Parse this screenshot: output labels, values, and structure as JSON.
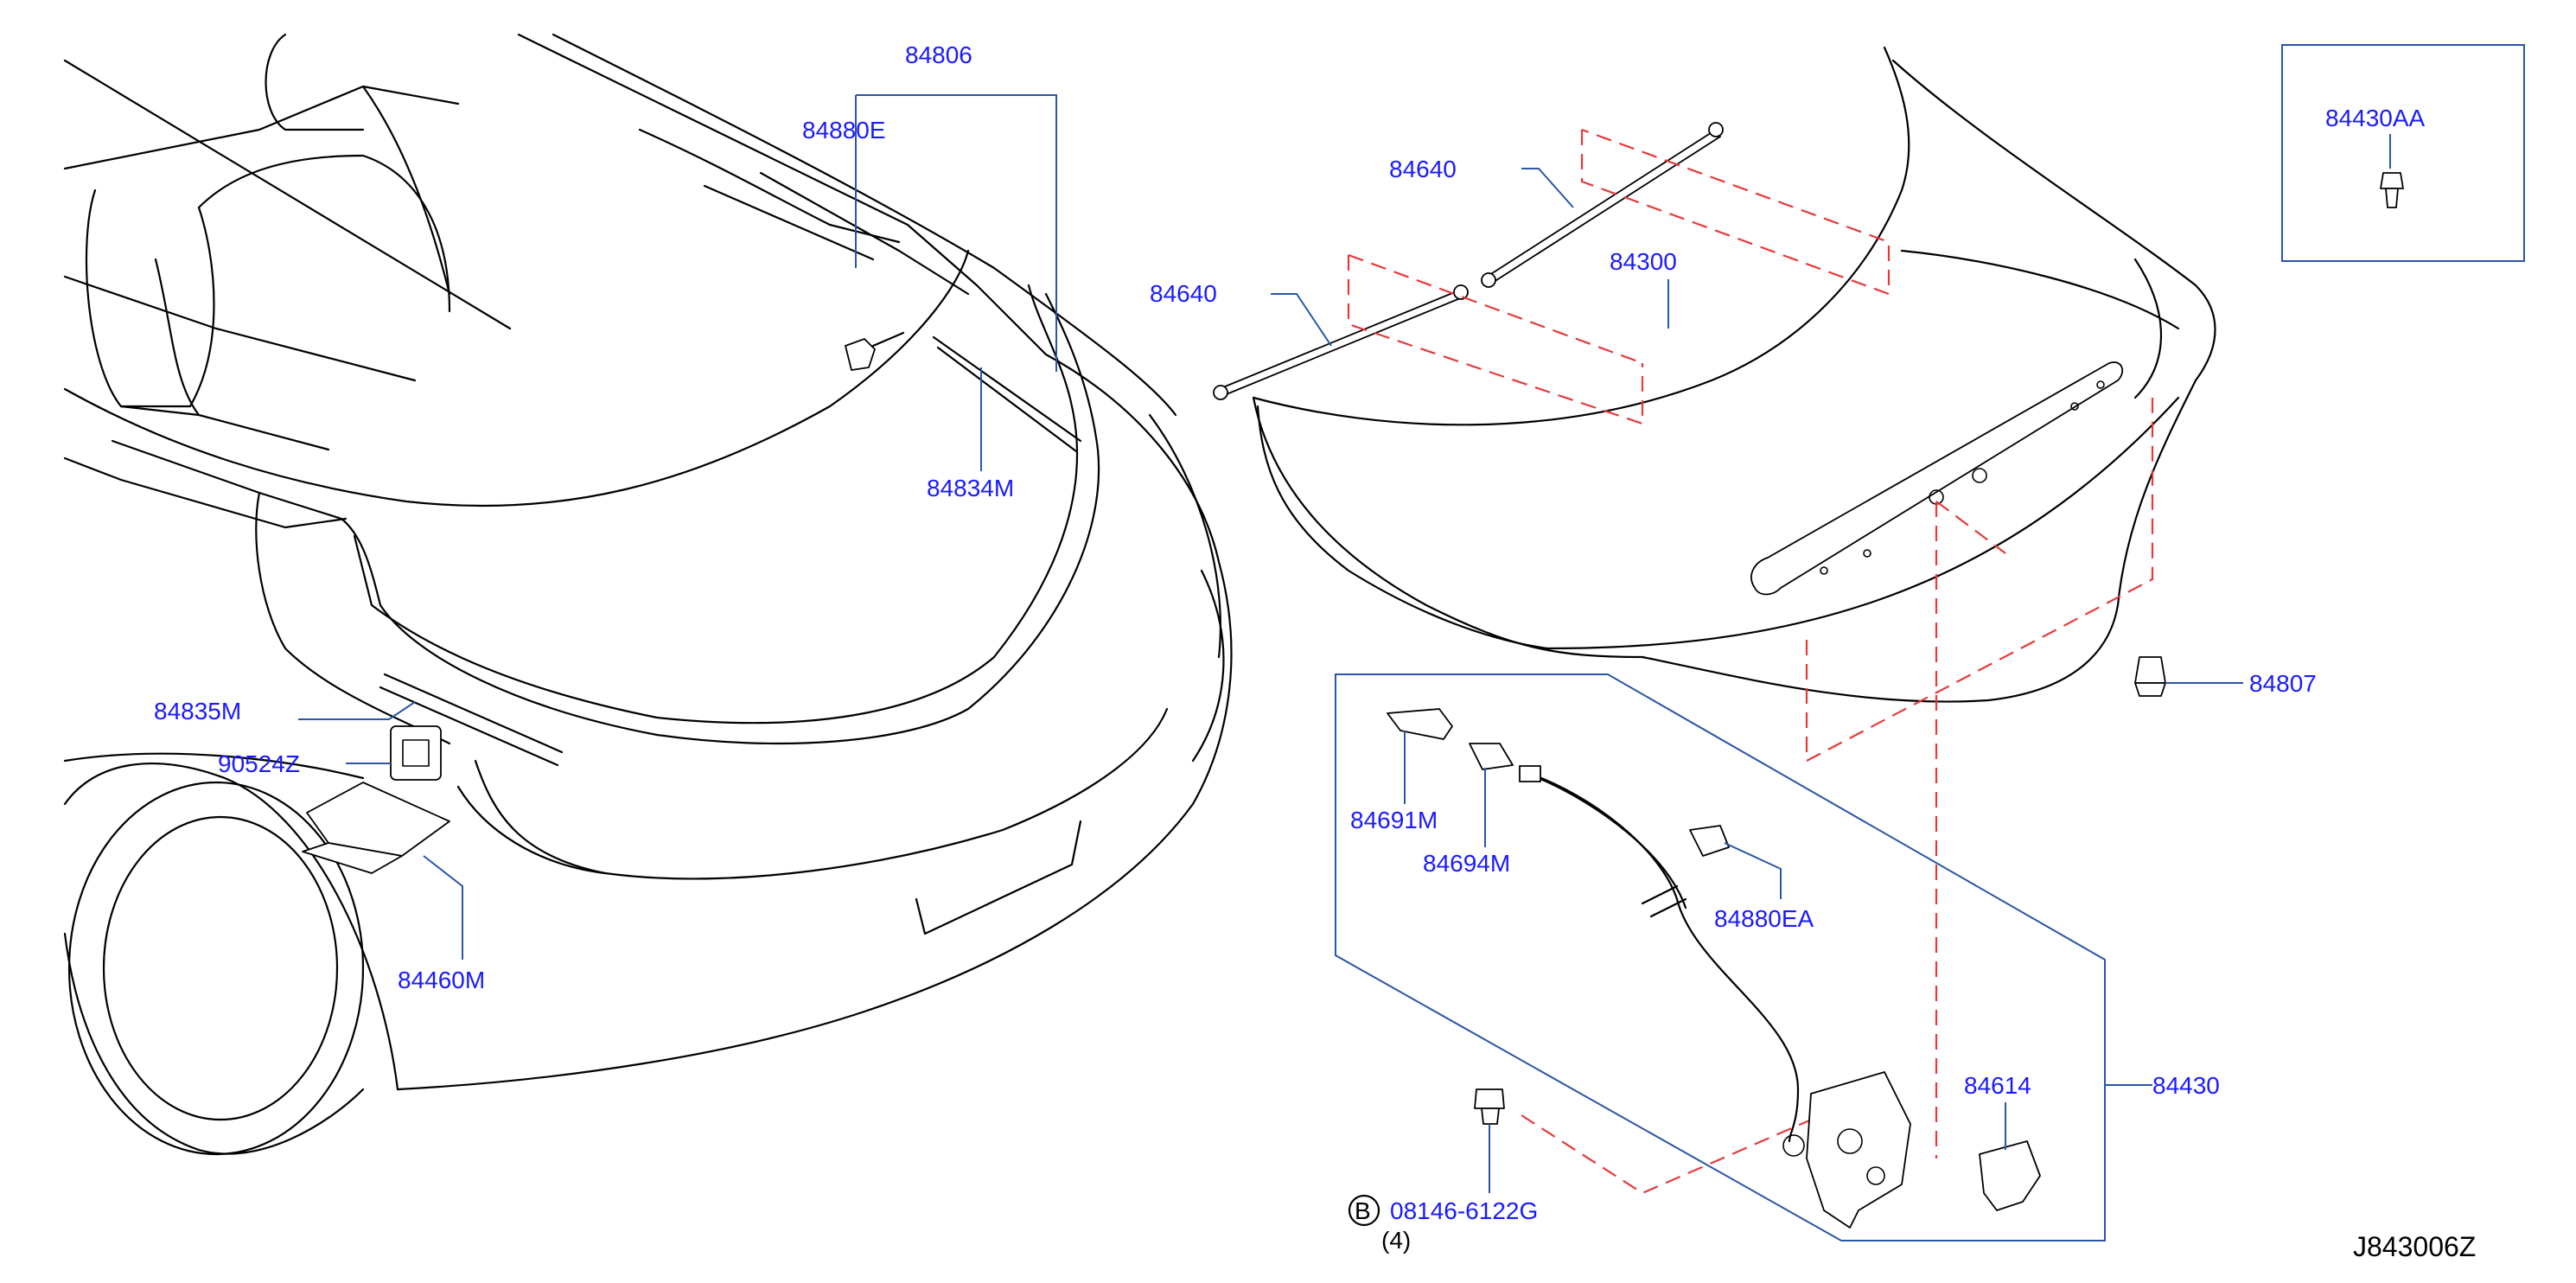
{
  "diagram_id": "J843006Z",
  "colors": {
    "label": "#1a1aff",
    "leader": "#2a55a8",
    "hidden_line": "#e8393a",
    "outline": "#000000"
  },
  "labels": {
    "p84806": "84806",
    "p84880E": "84880E",
    "p84834M": "84834M",
    "p84835M": "84835M",
    "p90524Z": "90524Z",
    "p84460M": "84460M",
    "p84640_upper": "84640",
    "p84640_lower": "84640",
    "p84300": "84300",
    "p84430AA": "84430AA",
    "p84807": "84807",
    "p84691M": "84691M",
    "p84694M": "84694M",
    "p84880EA": "84880EA",
    "p84614": "84614",
    "p84430": "84430",
    "bolt": "08146-6122G",
    "bolt_qty": "(4)",
    "bolt_symbol": "B"
  }
}
